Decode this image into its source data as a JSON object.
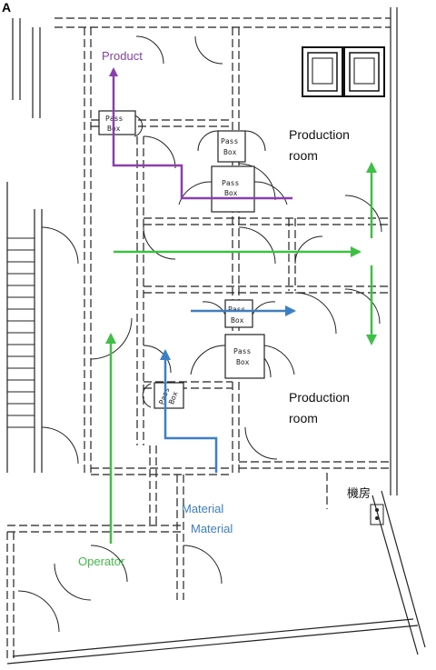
{
  "panel_label": "A",
  "rooms": {
    "upper_line1": "Production",
    "upper_line2": "room",
    "lower_line1": "Production",
    "lower_line2": "room",
    "machine_room": "機房"
  },
  "pass_box": {
    "line1": "Pass",
    "line2": "Box"
  },
  "flows": {
    "product": "Product",
    "material_1": "Material",
    "material_2": "Material",
    "operator": "Operator"
  },
  "colors": {
    "product": "#8b3fae",
    "operator": "#3fbf45",
    "material": "#3b7fc4",
    "walls": "#222222"
  }
}
